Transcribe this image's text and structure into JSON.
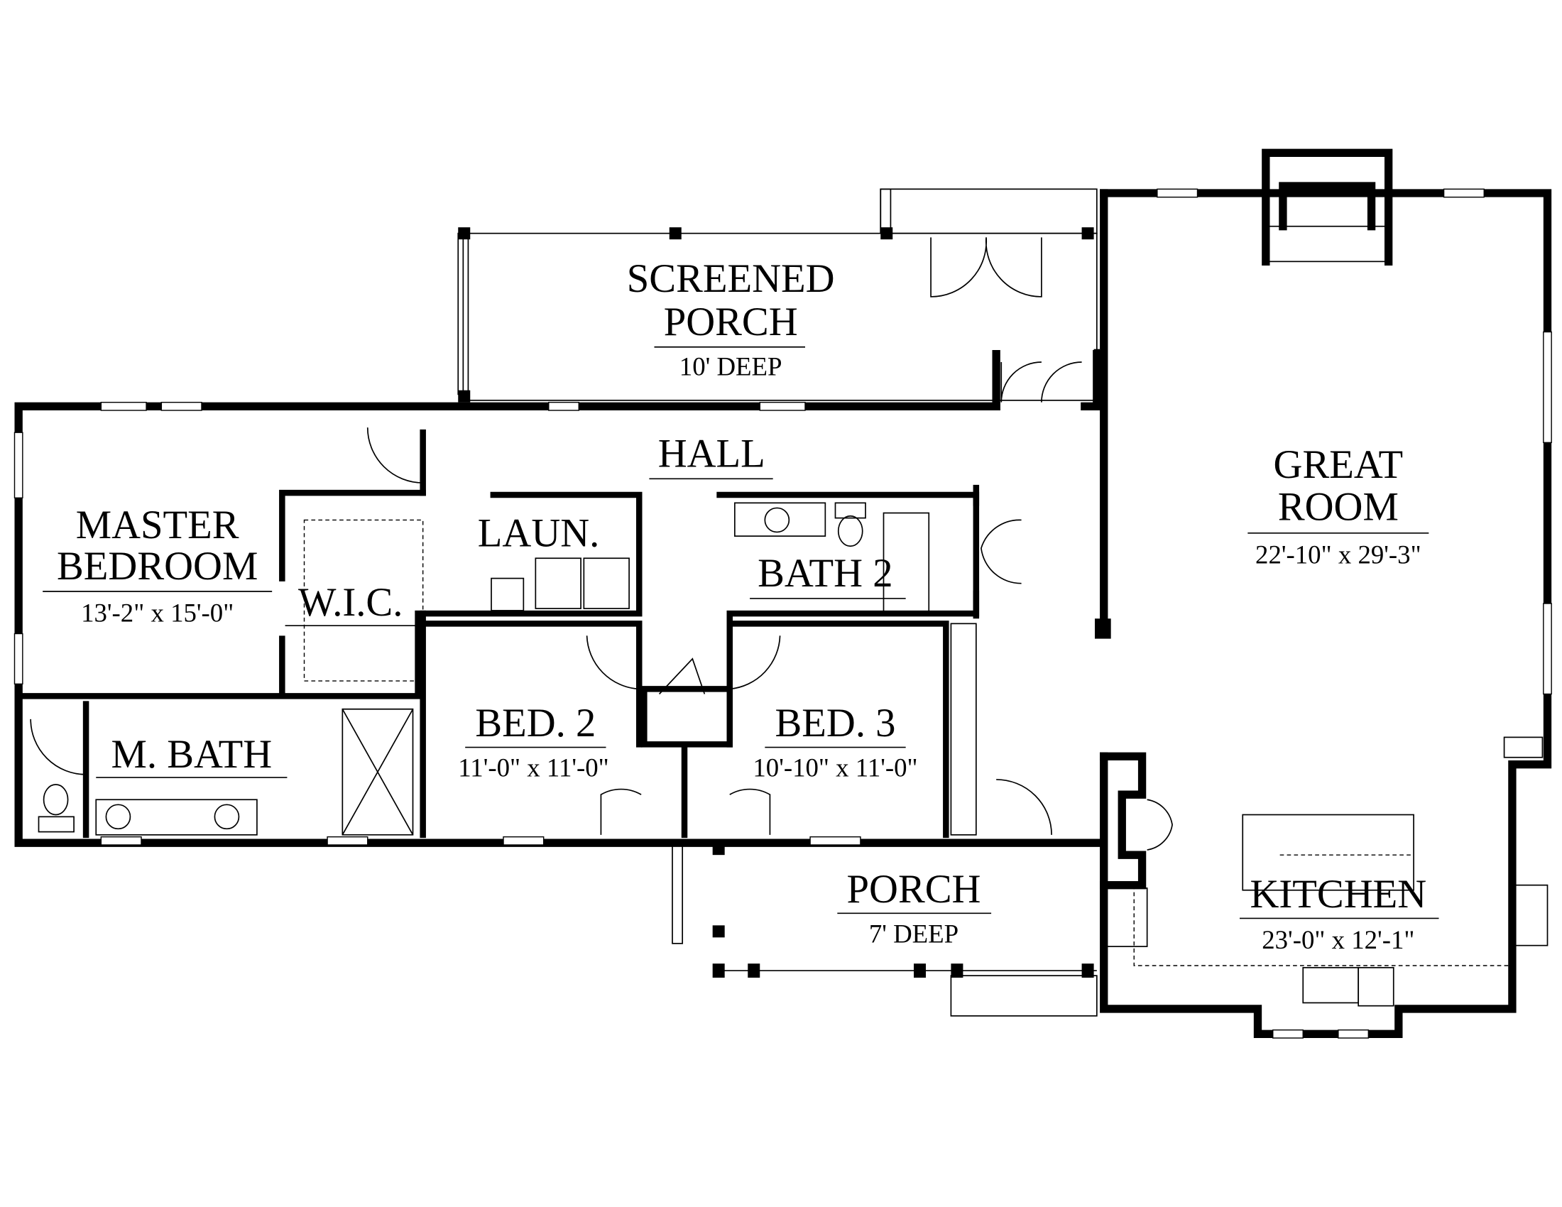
{
  "rooms": {
    "screened_porch": {
      "name_line1": "SCREENED",
      "name_line2": "PORCH",
      "dimension": "10' DEEP"
    },
    "hall": {
      "name": "HALL"
    },
    "great_room": {
      "name_line1": "GREAT",
      "name_line2": "ROOM",
      "dimension": "22'-10\"  x  29'-3\""
    },
    "master_bedroom": {
      "name_line1": "MASTER",
      "name_line2": "BEDROOM",
      "dimension": "13'-2\" x 15'-0\""
    },
    "wic": {
      "name": "W.I.C."
    },
    "laundry": {
      "name": "LAUN."
    },
    "bath2": {
      "name": "BATH 2"
    },
    "bed2": {
      "name": "BED. 2",
      "dimension": "11'-0\" x 11'-0\""
    },
    "bed3": {
      "name": "BED. 3",
      "dimension": "10'-10\" x 11'-0\""
    },
    "master_bath": {
      "name": "M. BATH"
    },
    "porch": {
      "name": "PORCH",
      "dimension": "7' DEEP"
    },
    "kitchen": {
      "name": "KITCHEN",
      "dimension": "23'-0\" x 12'-1\""
    }
  }
}
